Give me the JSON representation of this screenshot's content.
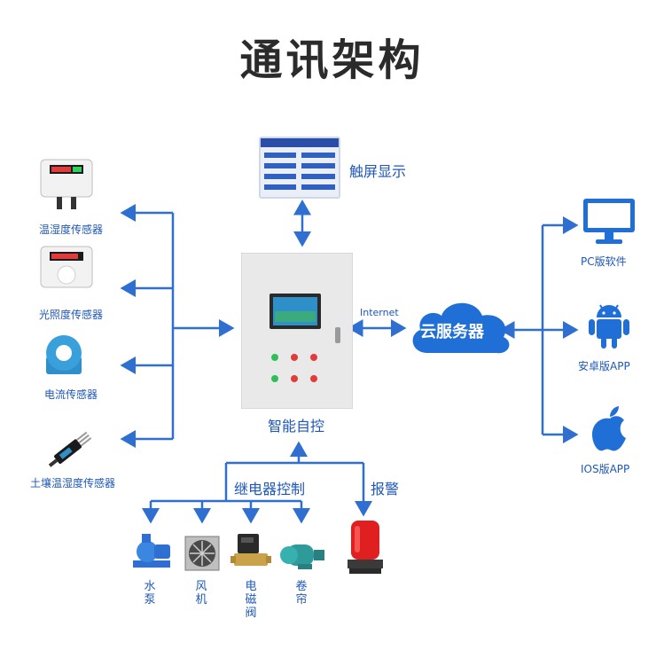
{
  "title": "通讯架构",
  "sensors": [
    {
      "label": "温湿度传感器",
      "icon": "temp-humidity-sensor-icon"
    },
    {
      "label": "光照度传感器",
      "icon": "light-sensor-icon"
    },
    {
      "label": "电流传感器",
      "icon": "current-sensor-icon"
    },
    {
      "label": "土壤温湿度传感器",
      "icon": "soil-sensor-icon"
    }
  ],
  "touchscreen": {
    "label": "触屏显示",
    "icon": "touchscreen-icon"
  },
  "controller": {
    "label": "智能自控",
    "icon": "control-cabinet-icon"
  },
  "internet_label": "Internet",
  "cloud": {
    "label": "云服务器",
    "icon": "cloud-icon"
  },
  "clients": [
    {
      "label": "PC版软件",
      "icon": "monitor-icon"
    },
    {
      "label": "安卓版APP",
      "icon": "android-icon"
    },
    {
      "label": "IOS版APP",
      "icon": "apple-icon"
    }
  ],
  "relay_label": "继电器控制",
  "alarm": {
    "label": "报警",
    "icon": "alarm-light-icon"
  },
  "actuators": [
    {
      "label": "水泵",
      "icon": "water-pump-icon"
    },
    {
      "label": "风机",
      "icon": "fan-icon"
    },
    {
      "label": "电磁阀",
      "icon": "solenoid-valve-icon"
    },
    {
      "label": "卷帘",
      "icon": "roller-motor-icon"
    }
  ],
  "colors": {
    "arrow": "#2f6fd1",
    "label": "#1e57b8",
    "cloud": "#1f6fd6",
    "title": "#2b2b2b"
  }
}
